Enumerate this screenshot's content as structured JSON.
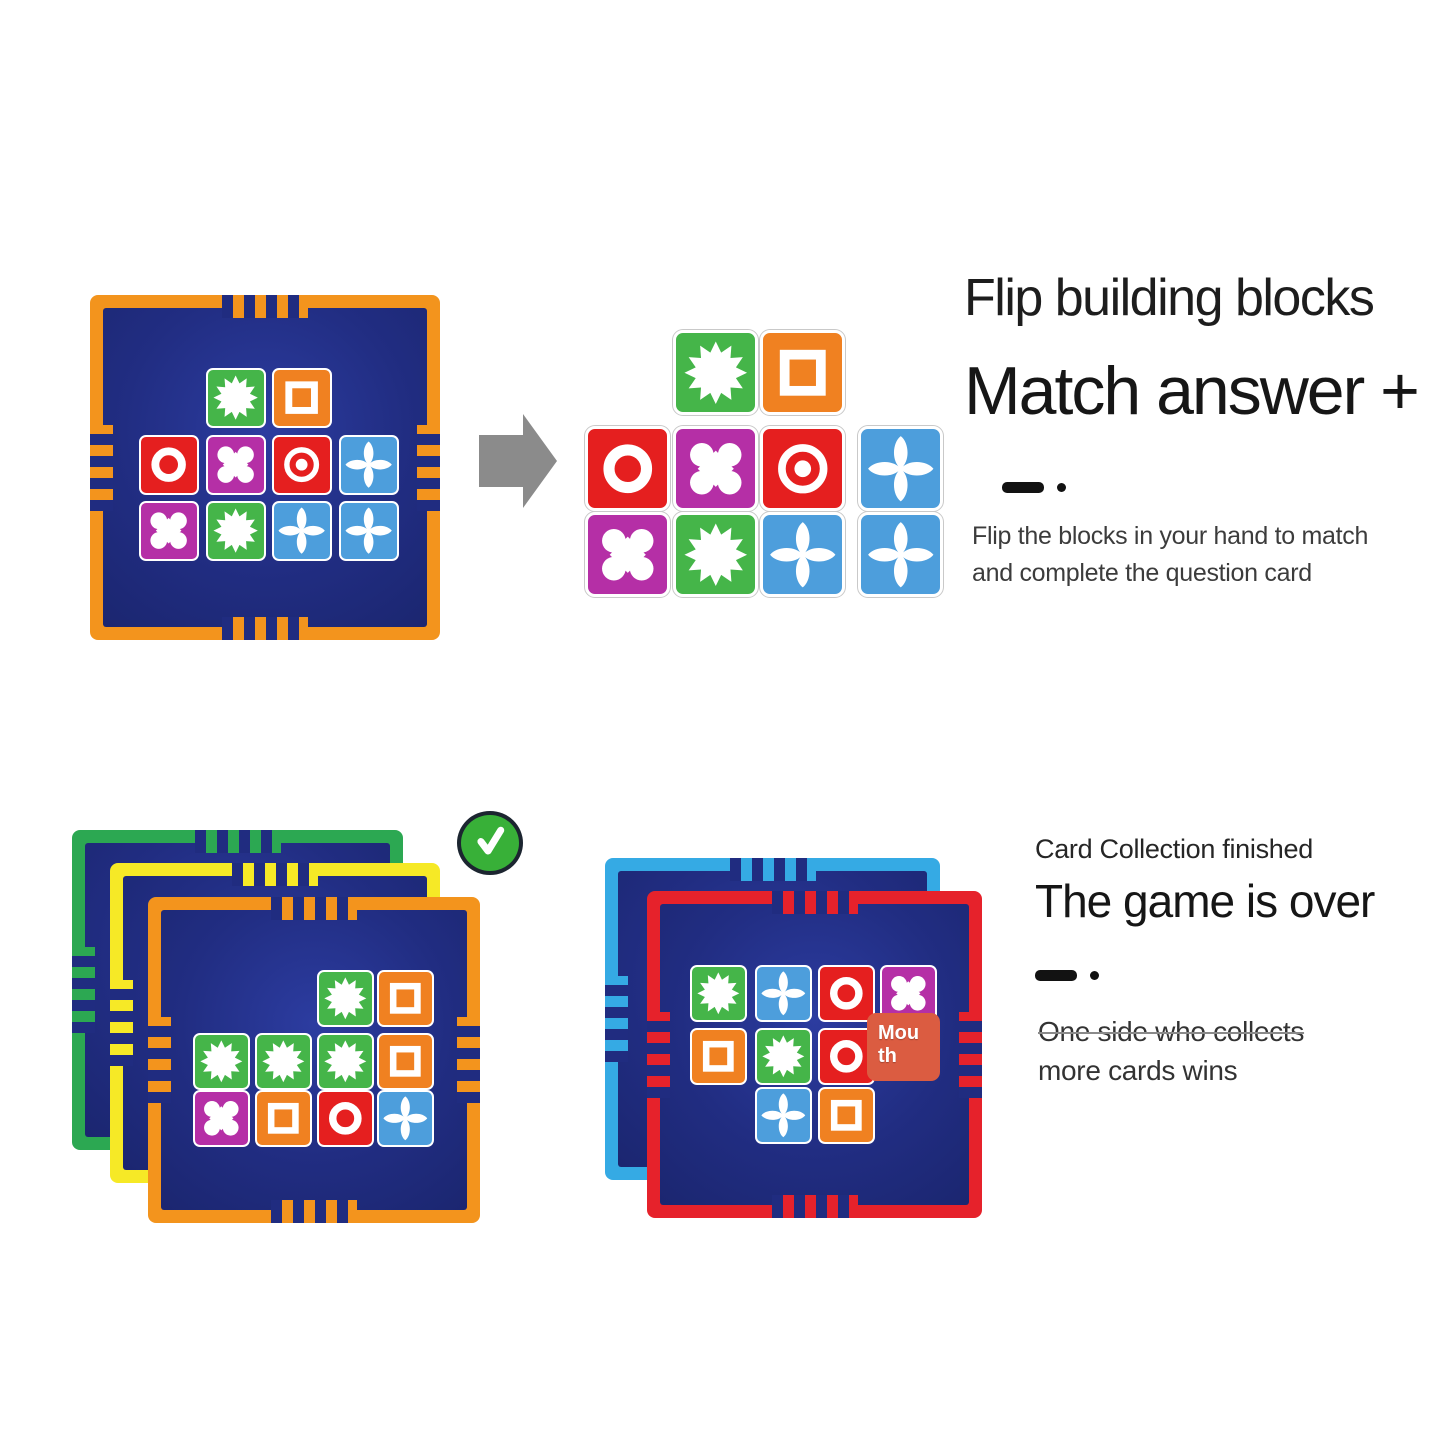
{
  "palette": {
    "navy": "#202C80",
    "orange": "#F3941D",
    "green": "#2CA852",
    "yellow": "#F6E926",
    "sky": "#35AAE4",
    "red": "#E6222B",
    "tile_green": "#45B549",
    "tile_orange": "#F08121",
    "tile_red": "#E51F1F",
    "tile_purple": "#B52FA6",
    "tile_blue": "#4D9EDC",
    "arrow_gray": "#8B8B8B",
    "check_green": "#38B038",
    "mouth_card": "#DB5C41"
  },
  "boards": {
    "question": {
      "border": "orange",
      "tiles": [
        {
          "r": 0,
          "c": 1,
          "color": "tile_green",
          "icon": "sun"
        },
        {
          "r": 0,
          "c": 2,
          "color": "tile_orange",
          "icon": "square"
        },
        {
          "r": 1,
          "c": 0,
          "color": "tile_red",
          "icon": "ring"
        },
        {
          "r": 1,
          "c": 1,
          "color": "tile_purple",
          "icon": "cross-x"
        },
        {
          "r": 1,
          "c": 2,
          "color": "tile_red",
          "icon": "target"
        },
        {
          "r": 1,
          "c": 3,
          "color": "tile_blue",
          "icon": "flower"
        },
        {
          "r": 2,
          "c": 0,
          "color": "tile_purple",
          "icon": "cross-x"
        },
        {
          "r": 2,
          "c": 1,
          "color": "tile_green",
          "icon": "sun"
        },
        {
          "r": 2,
          "c": 2,
          "color": "tile_blue",
          "icon": "flower"
        },
        {
          "r": 2,
          "c": 3,
          "color": "tile_blue",
          "icon": "flower"
        }
      ]
    },
    "answer_blocks": {
      "tiles": [
        {
          "r": 0,
          "c": 1,
          "color": "tile_green",
          "icon": "sun"
        },
        {
          "r": 0,
          "c": 2,
          "color": "tile_orange",
          "icon": "square"
        },
        {
          "r": 1,
          "c": 0,
          "color": "tile_red",
          "icon": "ring"
        },
        {
          "r": 1,
          "c": 1,
          "color": "tile_purple",
          "icon": "cross-x"
        },
        {
          "r": 1,
          "c": 2,
          "color": "tile_red",
          "icon": "target"
        },
        {
          "r": 1,
          "c": 3,
          "color": "tile_blue",
          "icon": "flower"
        },
        {
          "r": 2,
          "c": 0,
          "color": "tile_purple",
          "icon": "cross-x"
        },
        {
          "r": 2,
          "c": 1,
          "color": "tile_green",
          "icon": "sun"
        },
        {
          "r": 2,
          "c": 2,
          "color": "tile_blue",
          "icon": "flower"
        },
        {
          "r": 2,
          "c": 3,
          "color": "tile_blue",
          "icon": "flower"
        }
      ]
    },
    "stack_back": {
      "border": "green",
      "tiles": []
    },
    "stack_mid": {
      "border": "yellow",
      "tiles": []
    },
    "stack_front": {
      "border": "orange",
      "tiles": [
        {
          "r": 0,
          "c": 2,
          "color": "tile_green",
          "icon": "sun"
        },
        {
          "r": 0,
          "c": 3,
          "color": "tile_orange",
          "icon": "square"
        },
        {
          "r": 1,
          "c": 0,
          "color": "tile_green",
          "icon": "sun"
        },
        {
          "r": 1,
          "c": 1,
          "color": "tile_green",
          "icon": "sun"
        },
        {
          "r": 1,
          "c": 2,
          "color": "tile_green",
          "icon": "sun"
        },
        {
          "r": 1,
          "c": 3,
          "color": "tile_orange",
          "icon": "square"
        },
        {
          "r": 2,
          "c": 0,
          "color": "tile_purple",
          "icon": "cross-x"
        },
        {
          "r": 2,
          "c": 1,
          "color": "tile_orange",
          "icon": "square"
        },
        {
          "r": 2,
          "c": 2,
          "color": "tile_red",
          "icon": "ring"
        },
        {
          "r": 2,
          "c": 3,
          "color": "tile_blue",
          "icon": "flower"
        }
      ]
    },
    "result_back": {
      "border": "sky",
      "tiles": []
    },
    "result_front": {
      "border": "red",
      "tiles": [
        {
          "r": 0,
          "c": 0,
          "color": "tile_green",
          "icon": "sun"
        },
        {
          "r": 0,
          "c": 1,
          "color": "tile_blue",
          "icon": "flower"
        },
        {
          "r": 0,
          "c": 2,
          "color": "tile_red",
          "icon": "ring"
        },
        {
          "r": 0,
          "c": 3,
          "color": "tile_purple",
          "icon": "cross-x"
        },
        {
          "r": 1,
          "c": 0,
          "color": "tile_orange",
          "icon": "square"
        },
        {
          "r": 1,
          "c": 1,
          "color": "tile_green",
          "icon": "sun"
        },
        {
          "r": 1,
          "c": 2,
          "color": "tile_red",
          "icon": "ring"
        },
        {
          "r": 2,
          "c": 1,
          "color": "tile_blue",
          "icon": "flower"
        },
        {
          "r": 2,
          "c": 2,
          "color": "tile_orange",
          "icon": "square"
        }
      ],
      "card": {
        "line1": "Mou",
        "line2": "th",
        "color": "mouth_card"
      }
    }
  },
  "texts": {
    "step1_title": "Flip building blocks",
    "step1_heading": "Match answer +",
    "step1_caption_1": "Flip the blocks in your hand to match",
    "step1_caption_2": "and complete the question card",
    "step2_title": "Card Collection finished",
    "step2_heading": "The game is over",
    "step2_caption_1": "One side who collects",
    "step2_caption_2": "more cards wins"
  }
}
